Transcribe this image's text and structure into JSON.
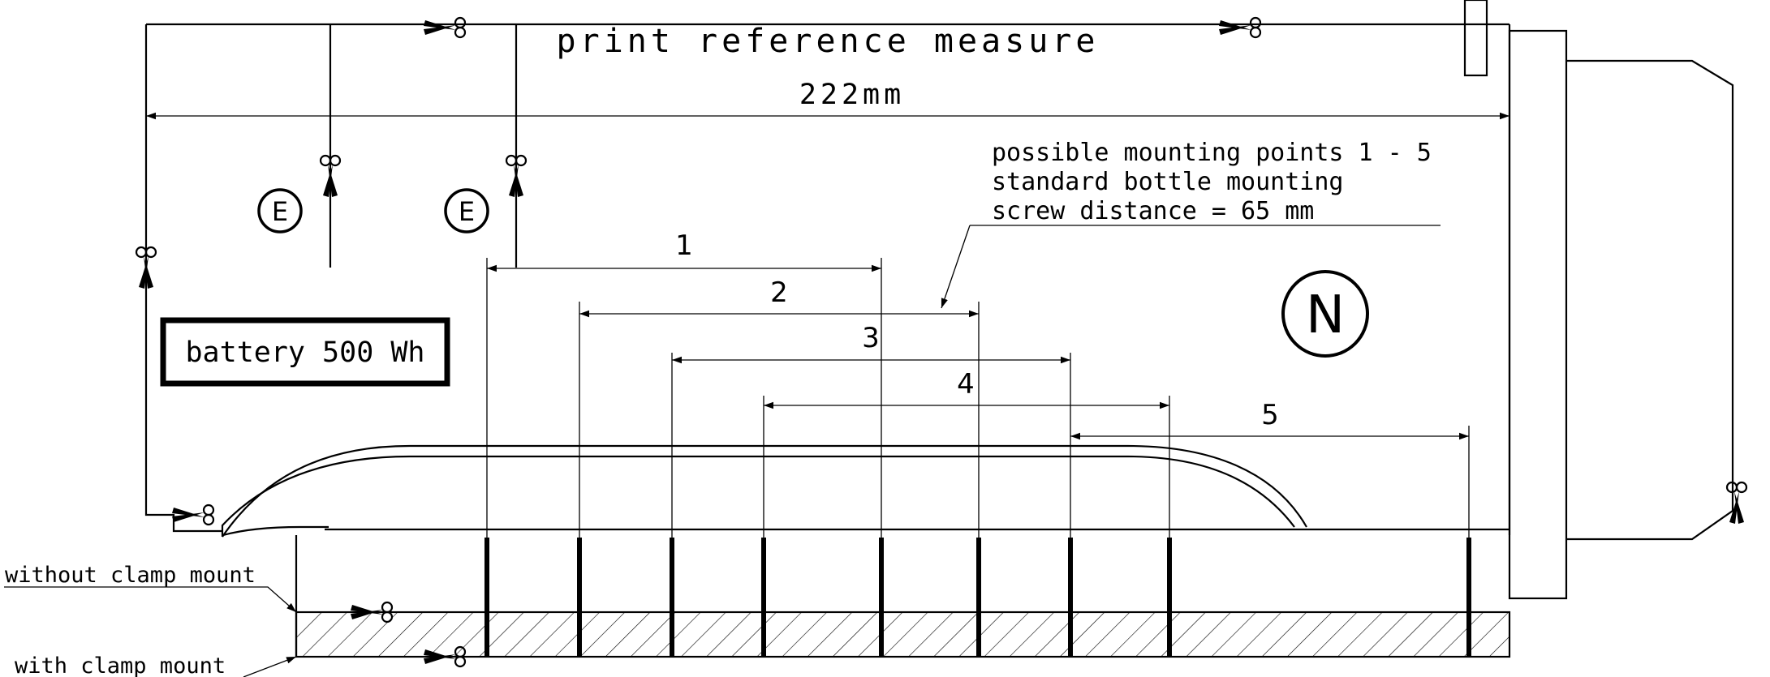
{
  "title": "print reference measure",
  "total_measure": "222mm",
  "note_lines": [
    "possible mounting points 1 - 5",
    "standard bottle mounting",
    "screw distance = 65 mm"
  ],
  "battery_label": "battery 500 Wh",
  "marker_e": "E",
  "marker_n": "N",
  "mount_numbers": [
    "1",
    "2",
    "3",
    "4",
    "5"
  ],
  "labels": {
    "without_clamp": "without clamp mount",
    "with_clamp": "with clamp mount"
  },
  "icons": {
    "scissors": "scissors-icon"
  }
}
